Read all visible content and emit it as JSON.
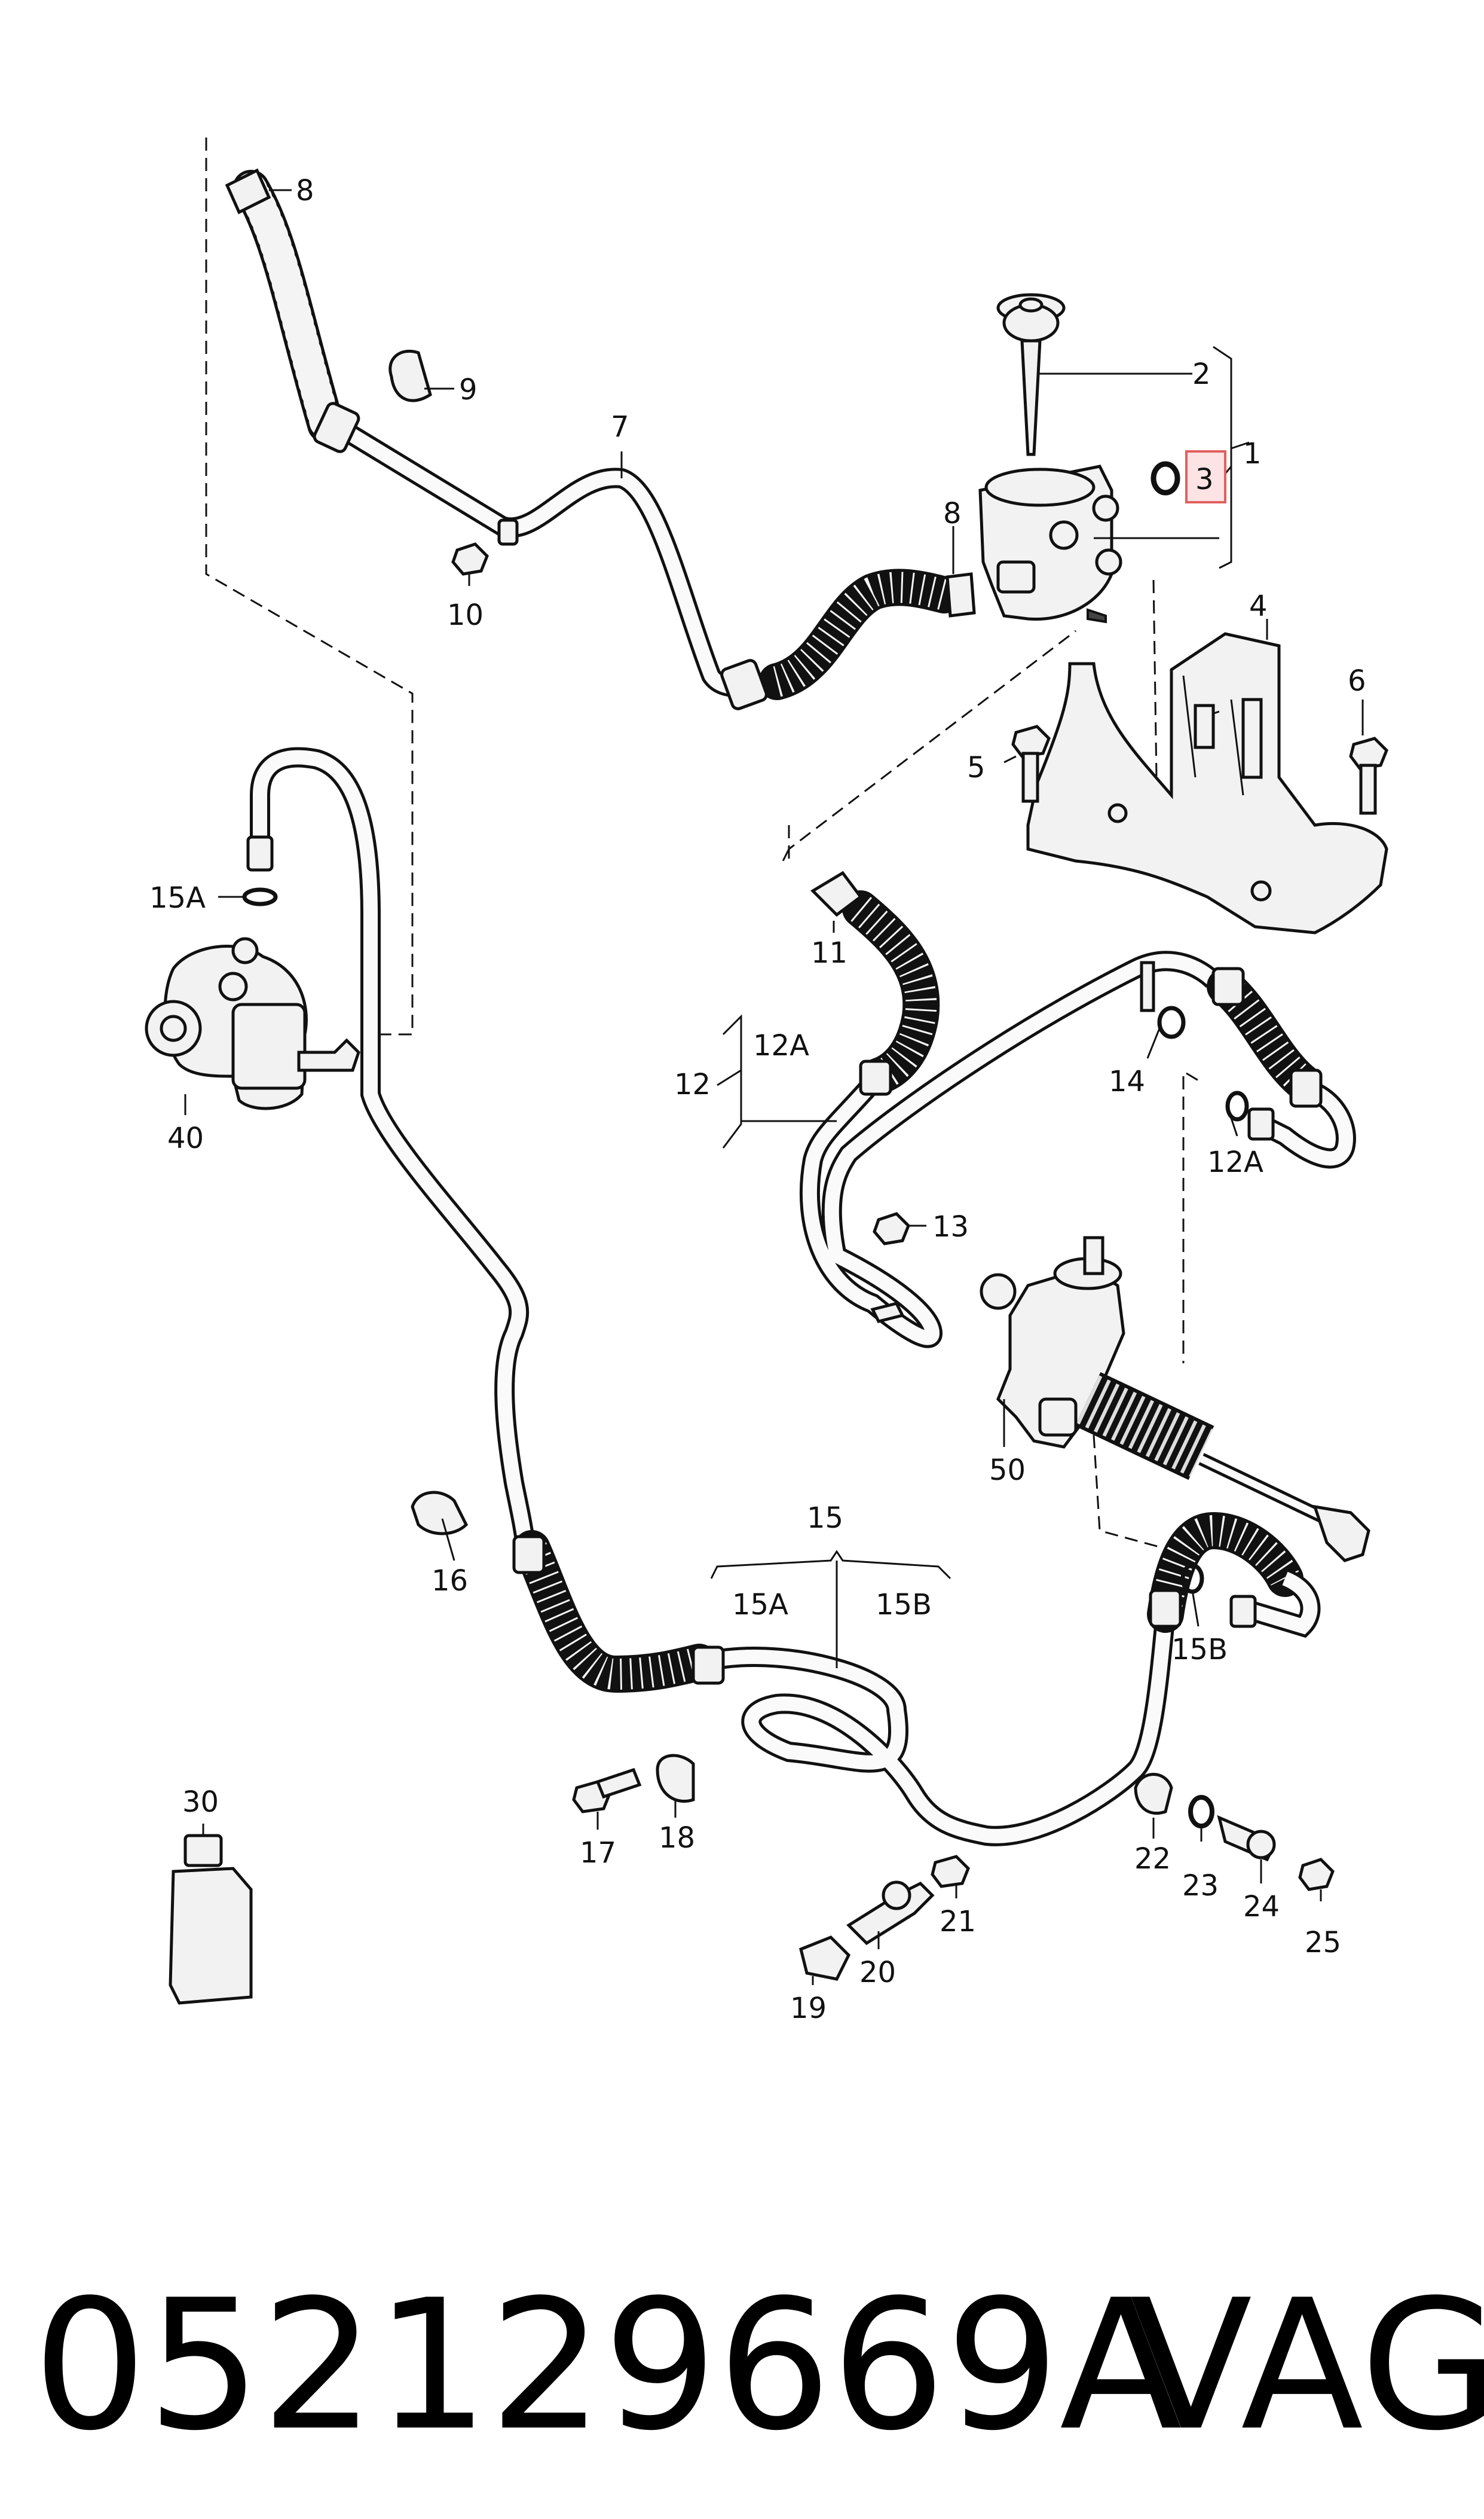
{
  "labels": {
    "l1": "1",
    "l2": "2",
    "l3": "3",
    "l4": "4",
    "l5": "5",
    "l6": "6",
    "l7": "7",
    "l8a": "8",
    "l8b": "8",
    "l9": "9",
    "l10": "10",
    "l11": "11",
    "l12": "12",
    "l12A_a": "12A",
    "l12A_b": "12A",
    "l13": "13",
    "l14": "14",
    "l15": "15",
    "l15A_a": "15A",
    "l15A_b": "15A",
    "l15B_a": "15B",
    "l15B_b": "15B",
    "l16": "16",
    "l17": "17",
    "l18": "18",
    "l19": "19",
    "l20": "20",
    "l21": "21",
    "l22": "22",
    "l23": "23",
    "l24": "24",
    "l25": "25",
    "l30": "30",
    "l40": "40",
    "l50": "50"
  },
  "footer": {
    "part_number": "052129669A",
    "brand": "VAG"
  },
  "colors": {
    "highlight": "#e06060",
    "highlight_fill": "#fde3e3",
    "ink": "#111111"
  }
}
